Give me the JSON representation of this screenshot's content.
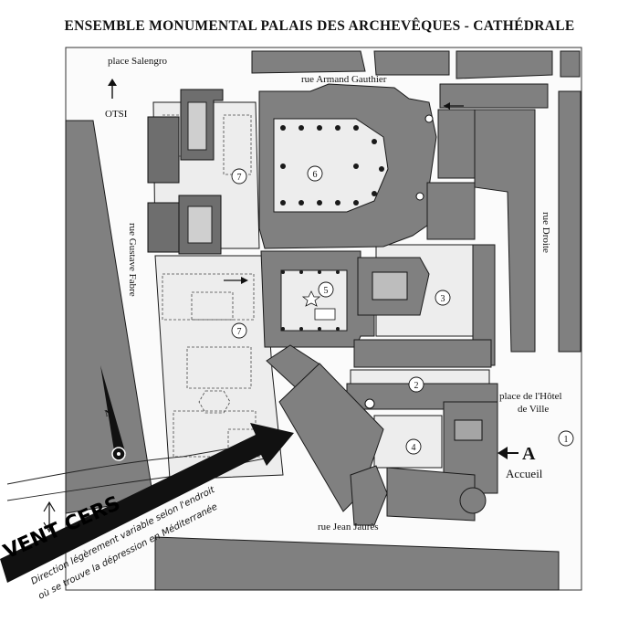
{
  "map": {
    "title": "ENSEMBLE MONUMENTAL PALAIS DES ARCHEVÊQUES - CATHÉDRALE",
    "streets": {
      "place_salengro": "place Salengro",
      "rue_armand_gauthier": "rue Armand Gauthier",
      "otsi": "OTSI",
      "rue_gustave_fabre": "rue Gustave Fabre",
      "rue_droite": "rue Droite",
      "place_hotel_de_ville_line1": "place de l'Hôtel",
      "place_hotel_de_ville_line2": "de Ville",
      "rue_jean_jaures": "rue Jean Jaurès"
    },
    "zones": [
      "1",
      "2",
      "3",
      "4",
      "5",
      "6",
      "7",
      "7"
    ],
    "entrance": {
      "letter": "A",
      "label": "Accueil"
    },
    "compass": {
      "letter": "N"
    },
    "wind": {
      "label": "VENT CERS",
      "note_line1": "Direction légèrement variable selon l'endroit",
      "note_line2": "où se trouve la dépression en Méditerranée"
    }
  }
}
